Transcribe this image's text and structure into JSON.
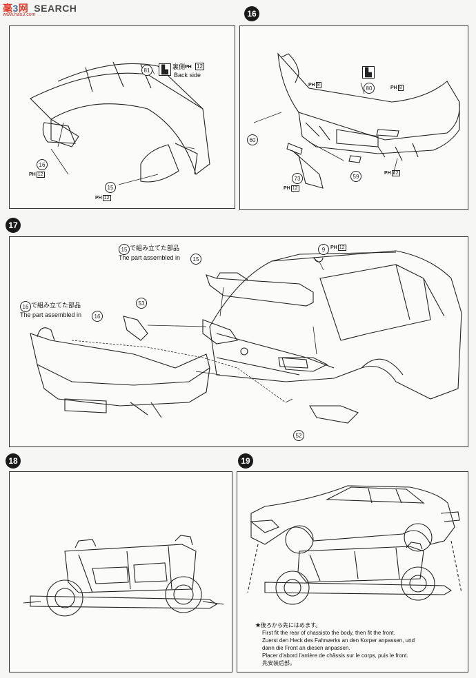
{
  "watermark": {
    "brand_a": "毫",
    "brand_b": "3",
    "brand_c": "网",
    "brand_d": "SEARCH",
    "sub": "www.hao3.com"
  },
  "steps": {
    "s16": "16",
    "s17": "17",
    "s18": "18",
    "s19": "19"
  },
  "panel_a": {
    "part_81": "81",
    "backside_jp": "裏側",
    "backside_en": "Back side",
    "ph_code": "PH",
    "ph_num": "12",
    "part_16": "16",
    "part_15": "15"
  },
  "panel_16": {
    "part_80": "80",
    "part_60": "60",
    "part_73": "73",
    "part_59": "59",
    "ph8": "8",
    "ph12": "12",
    "ph_code": "PH"
  },
  "panel_17": {
    "part_9": "9",
    "ph12": "12",
    "ph_code": "PH",
    "assembled15_jp": "で組み立てた部品",
    "assembled15_en": "The part assembled in",
    "assembled16_jp": "で組み立てた部品",
    "assembled16_en": "The part assembled in",
    "ref15": "15",
    "ref16": "16",
    "part_53": "53",
    "part_52": "52"
  },
  "panel_19": {
    "note_jp": "★後ろから先にはめます。",
    "note_en": "First fit the rear of chassisto the body, then fit the front.",
    "note_de1": "Zuerst den Heck des Fahrwerks an den Korper anpassen, und",
    "note_de2": "dann die Front an diesen anpassen.",
    "note_fr1": "Placer d'abord l'arrière de châssis sur le corps, puis le front.",
    "note_cn": "先安装后部。"
  }
}
